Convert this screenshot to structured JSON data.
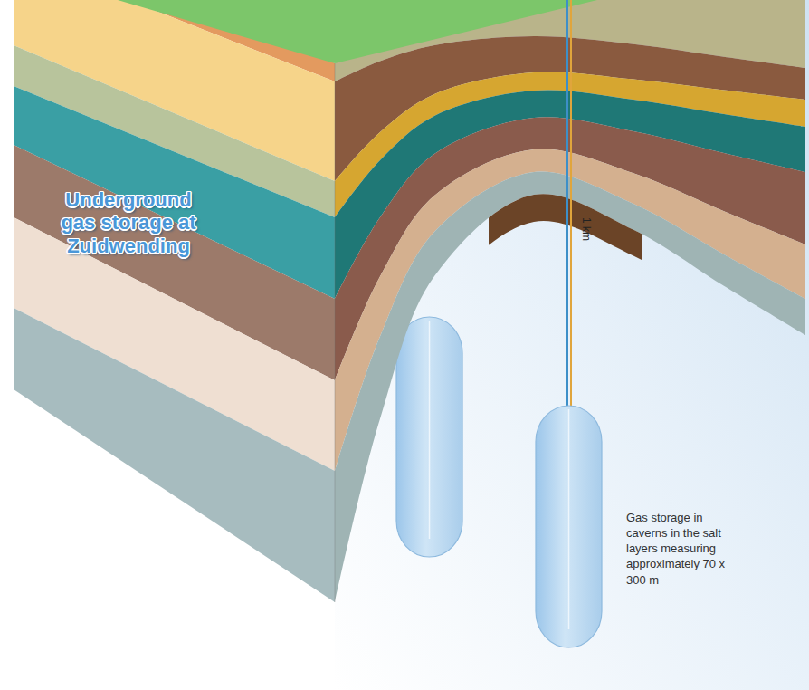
{
  "diagram": {
    "title": "Underground gas storage at Zuidwending",
    "labels": [
      "1 km",
      "Gas storage in caverns in the salt layers measuring approximately 70 x 300 m"
    ]
  }
}
